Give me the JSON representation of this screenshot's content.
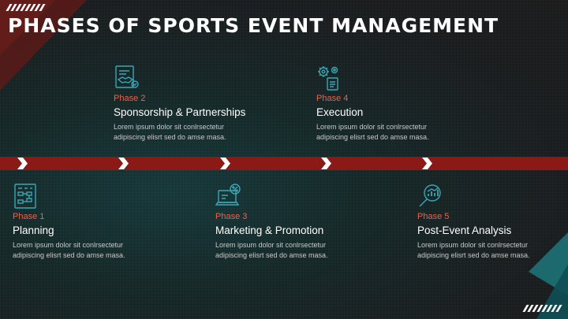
{
  "title": "PHASES OF SPORTS EVENT MANAGEMENT",
  "colors": {
    "accent": "#e8624c",
    "track": "#8b1a17",
    "icon": "#3aa7b5",
    "text": "#ffffff"
  },
  "phases": [
    {
      "number": "Phase 1",
      "name": "Planning",
      "desc": "Lorem ipsum dolor sit conlrsectetur adipiscing elisrt sed do amse masa.",
      "icon": "planning-board-icon"
    },
    {
      "number": "Phase 2",
      "name": "Sponsorship & Partnerships",
      "desc": "Lorem ipsum dolor sit conlrsectetur adipiscing elisrt sed do amse masa.",
      "icon": "handshake-contract-icon"
    },
    {
      "number": "Phase 3",
      "name": "Marketing & Promotion",
      "desc": "Lorem ipsum dolor sit conlrsectetur adipiscing elisrt sed do amse masa.",
      "icon": "laptop-discount-icon"
    },
    {
      "number": "Phase 4",
      "name": "Execution",
      "desc": "Lorem ipsum dolor sit conlrsectetur adipiscing elisrt sed do amse masa.",
      "icon": "gears-document-icon"
    },
    {
      "number": "Phase 5",
      "name": "Post-Event Analysis",
      "desc": "Lorem ipsum dolor sit conlrsectetur adipiscing elisrt sed do amse masa.",
      "icon": "magnifier-chart-icon"
    }
  ]
}
